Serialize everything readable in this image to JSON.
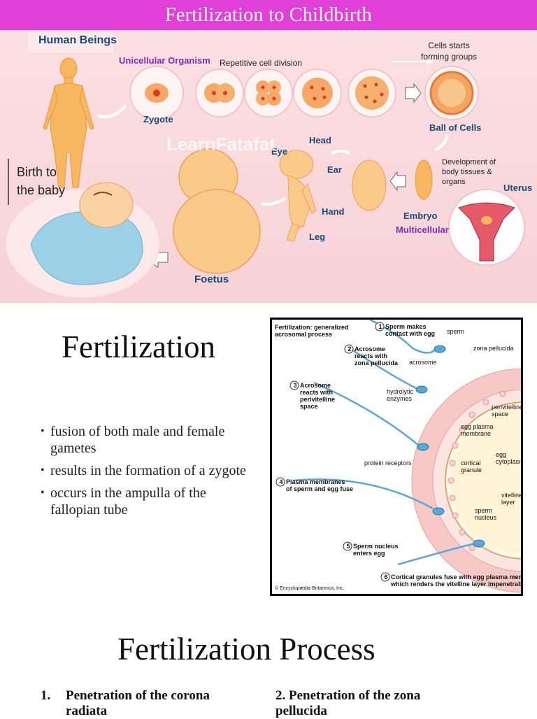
{
  "slide_title": "Fertilization to Childbirth",
  "infographic": {
    "human_beings": "Human Beings",
    "unicellular": "Unicellular Organism",
    "repetitive": "Repetitive cell division",
    "cells_groups": "Cells starts\nforming groups",
    "zygote": "Zygote",
    "ball_of_cells": "Ball of Cells",
    "development": "Development of\nbody tissues &\norgans",
    "uterus": "Uterus",
    "embryo": "Embryo",
    "multicellular": "Multicellular",
    "head": "Head",
    "eye": "Eye",
    "ear": "Ear",
    "hand": "Hand",
    "leg": "Leg",
    "foetus": "Foetus",
    "birth": "Birth to\nthe baby",
    "watermark": "LearnFatafat"
  },
  "fertilization": {
    "heading": "Fertilization",
    "bullets": [
      "fusion of both male and female gametes",
      "results in the formation of a zygote",
      "occurs in the ampulla of the fallopian tube"
    ]
  },
  "diagram": {
    "title": "Fertilization: generalized\nacrosomal process",
    "steps": [
      "Sperm makes\ncontact with egg",
      "Acrosome\nreacts with\nzona pellucida",
      "Acrosome\nreacts with\nperivitelline\nspace",
      "Plasma membranes\nof sperm and egg fuse",
      "Sperm nucleus\nenters egg",
      "Cortical granules fuse with egg plasma membrane,\nwhich renders the vitelline layer impenetrable to sperm"
    ],
    "step_numbers": [
      "1",
      "2",
      "3",
      "4",
      "5",
      "6"
    ],
    "labels": {
      "sperm": "sperm",
      "zona": "zona pellucida",
      "acrosome": "acrosome",
      "hydrolytic": "hydrolytic\nenzymes",
      "perivitelline": "perivitelline\nspace",
      "egg_plasma": "egg plasma\nmembrane",
      "protein": "protein receptors",
      "cortical": "cortical\ngranule",
      "egg_cytoplasm": "egg\ncytoplasm",
      "vitelline": "vitelline\nlayer",
      "sperm_nucleus": "sperm\nnucleus"
    },
    "credit": "© Encyclopædia Britannica, Inc."
  },
  "process": {
    "heading": "Fertilization Process",
    "item1_number": "1.",
    "item1": "Penetration of the corona\nradiata",
    "item2": "2. Penetration of the zona\npellucida"
  },
  "colors": {
    "title_bar": "#e040d8",
    "infographic_bg": "#f7d2d7",
    "label_blue": "#1a4c7a",
    "label_purple": "#7b2fbe"
  }
}
